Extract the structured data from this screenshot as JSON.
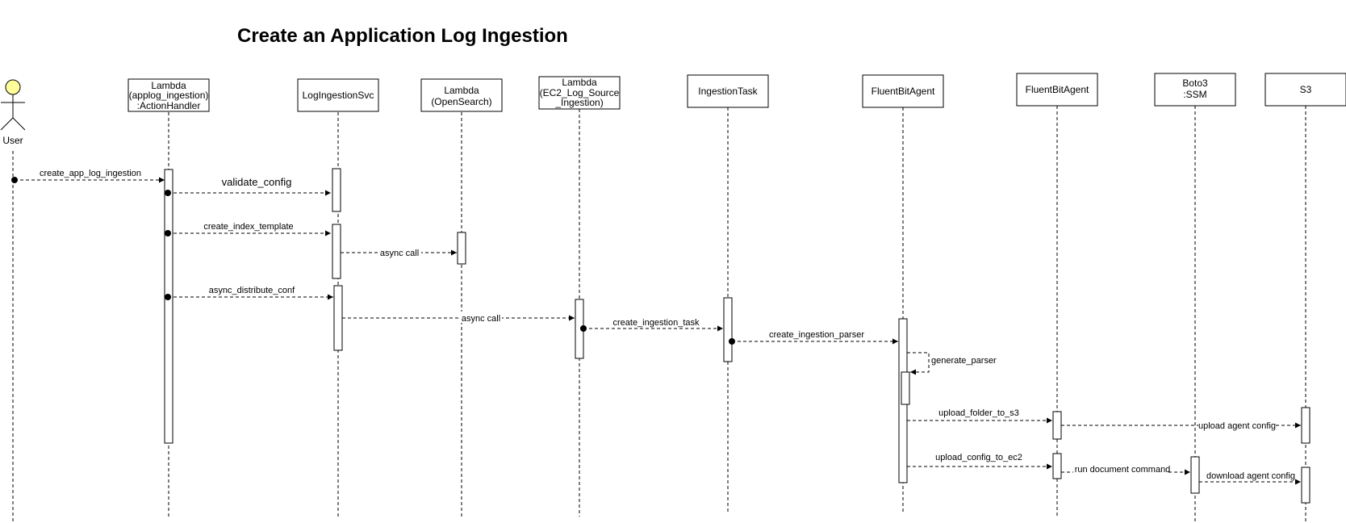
{
  "title": "Create an Application Log Ingestion",
  "actor": {
    "label": "User"
  },
  "participants": [
    {
      "id": "handler",
      "lines": [
        "Lambda",
        "(applog_ingestion)",
        ":ActionHandler"
      ]
    },
    {
      "id": "svc",
      "lines": [
        "LogIngestionSvc"
      ]
    },
    {
      "id": "opensearch",
      "lines": [
        "Lambda",
        "(OpenSearch)"
      ]
    },
    {
      "id": "ec2",
      "lines": [
        "Lambda",
        "(EC2_Log_Source",
        "_Ingestion)"
      ]
    },
    {
      "id": "task",
      "lines": [
        "IngestionTask"
      ]
    },
    {
      "id": "fb1",
      "lines": [
        "FluentBitAgent"
      ]
    },
    {
      "id": "fb2",
      "lines": [
        "FluentBitAgent"
      ]
    },
    {
      "id": "ssm",
      "lines": [
        "Boto3",
        ":SSM"
      ]
    },
    {
      "id": "s3",
      "lines": [
        "S3"
      ]
    }
  ],
  "messages": [
    {
      "id": "m1",
      "label": "create_app_log_ingestion"
    },
    {
      "id": "m2",
      "label": "validate_config"
    },
    {
      "id": "m3",
      "label": "create_index_template"
    },
    {
      "id": "m4",
      "label": "async call"
    },
    {
      "id": "m5",
      "label": "async_distribute_conf"
    },
    {
      "id": "m6",
      "label": "async call"
    },
    {
      "id": "m7",
      "label": "create_ingestion_task"
    },
    {
      "id": "m8",
      "label": "create_ingestion_parser"
    },
    {
      "id": "m9",
      "label": "generate_parser"
    },
    {
      "id": "m10",
      "label": "upload_folder_to_s3"
    },
    {
      "id": "m11",
      "label": "upload agent config"
    },
    {
      "id": "m12",
      "label": "upload_config_to_ec2"
    },
    {
      "id": "m13",
      "label": "run document command"
    },
    {
      "id": "m14",
      "label": "download agent config"
    }
  ],
  "colors": {
    "actor_head": "#ffff99",
    "stroke": "#000000",
    "background": "#ffffff"
  }
}
